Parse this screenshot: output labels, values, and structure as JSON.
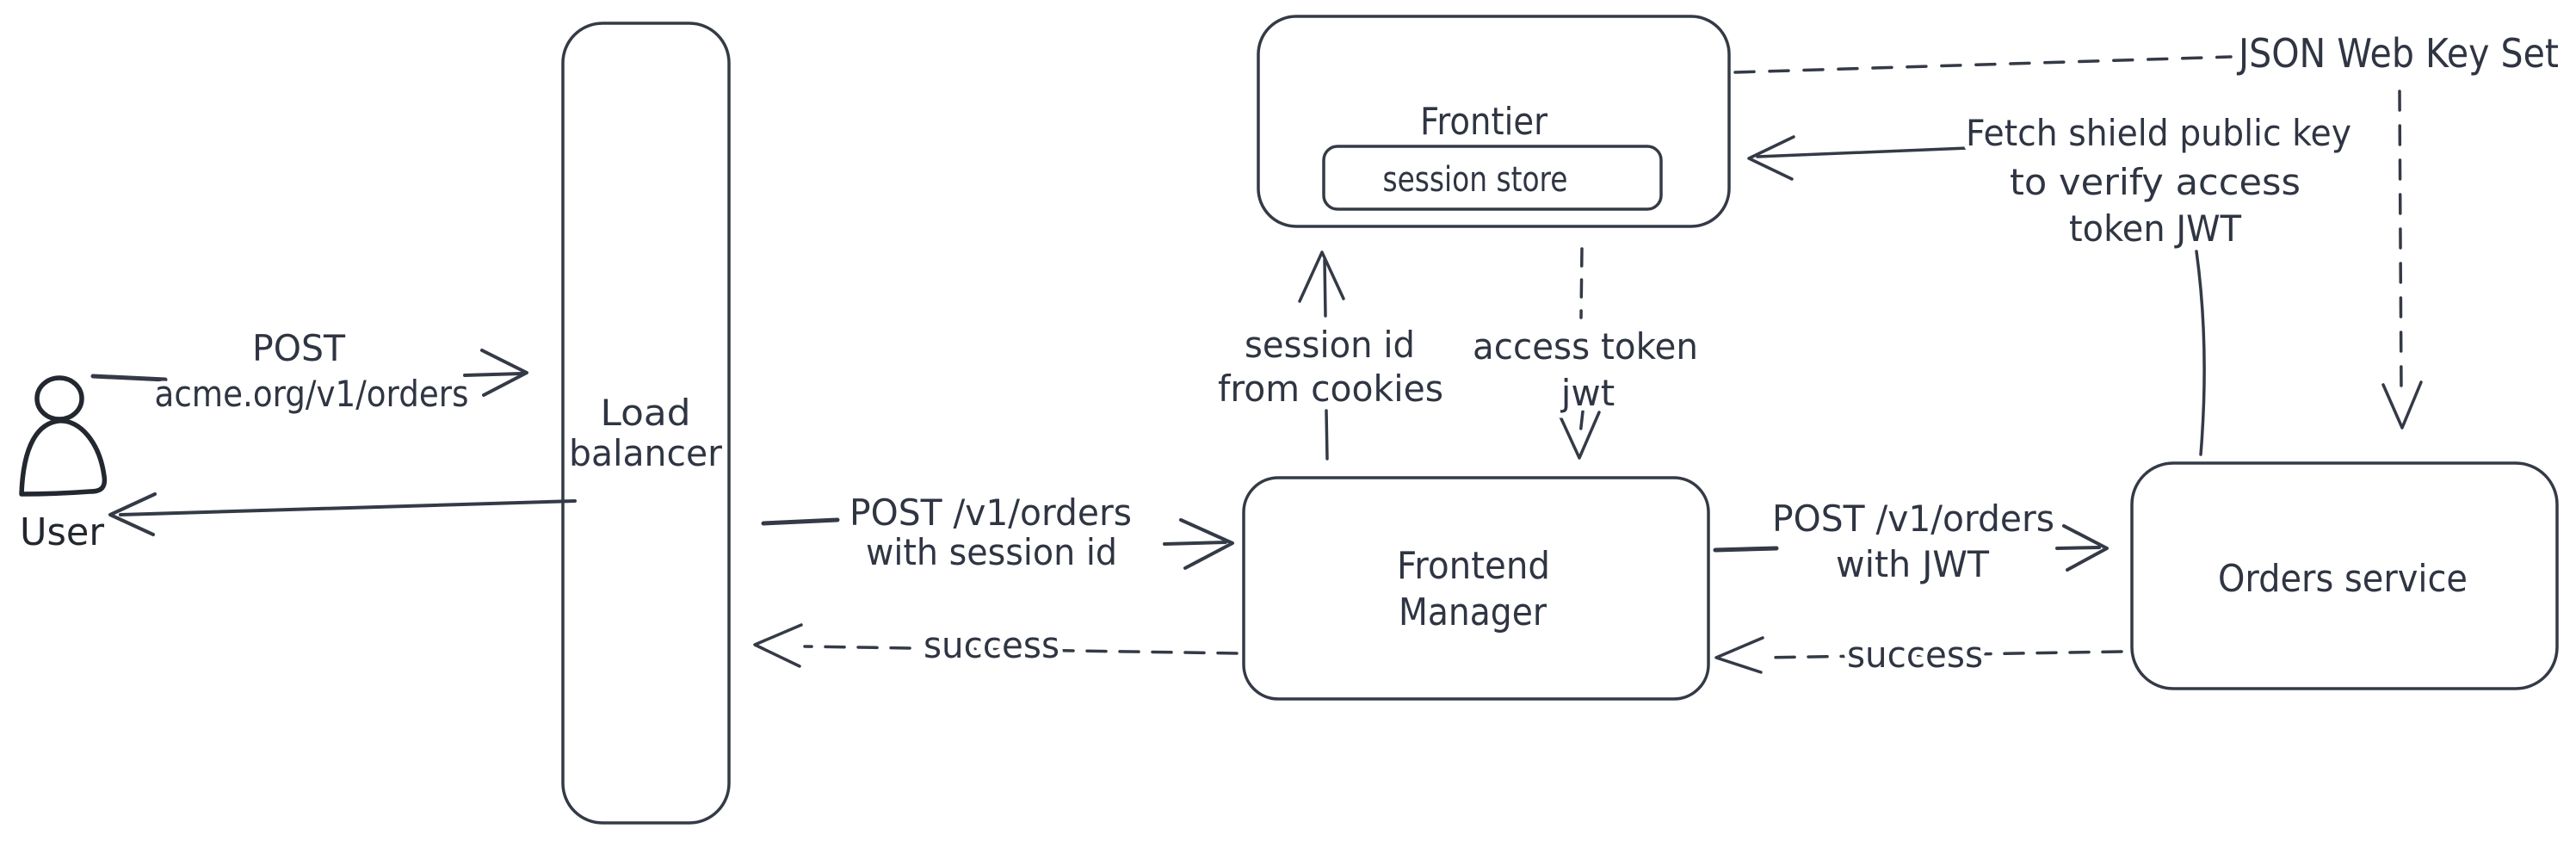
{
  "diagram": {
    "ink_color": "#343a46",
    "figure_stroke_color": "#23272f",
    "crosshatch_color": "#c9d2dd",
    "nodes": {
      "user": {
        "label": "User"
      },
      "load_balancer": {
        "label_line1": "Load",
        "label_line2": "balancer"
      },
      "frontier": {
        "label": "Frontier",
        "session_store_label": "session store"
      },
      "frontend_manager": {
        "label_line1": "Frontend",
        "label_line2": "Manager"
      },
      "orders_service": {
        "label": "Orders service"
      }
    },
    "edges": {
      "user_to_lb": {
        "label_line1": "POST",
        "label_line2": "acme.org/v1/orders"
      },
      "lb_to_user": {
        "label": ""
      },
      "lb_to_fm": {
        "label_line1": "POST /v1/orders",
        "label_line2": "with session id"
      },
      "fm_to_lb_success": {
        "label": "success"
      },
      "fm_to_frontier": {
        "label_line1": "session id",
        "label_line2": "from cookies"
      },
      "frontier_to_fm": {
        "label_line1": "access token",
        "label_line2": "jwt"
      },
      "fm_to_orders": {
        "label_line1": "POST /v1/orders",
        "label_line2": "with JWT"
      },
      "orders_to_fm_success": {
        "label": "success"
      },
      "orders_to_frontier_fetch": {
        "label_line1": "Fetch shield public key",
        "label_line2": "to verify access",
        "label_line3": "token JWT"
      },
      "jwks": {
        "label": "JSON Web Key Set"
      }
    }
  }
}
